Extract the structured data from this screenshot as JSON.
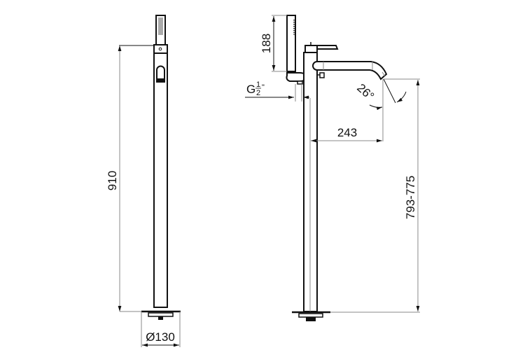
{
  "drawing": {
    "type": "technical-dimension-drawing",
    "subject": "floor-standing bath mixer with hand shower",
    "colors": {
      "outline": "#111111",
      "dimension_line": "#888888",
      "background": "#ffffff"
    },
    "views": [
      {
        "name": "front-view",
        "dimensions": {
          "height": "910",
          "base_diameter": "Ø130"
        }
      },
      {
        "name": "side-view",
        "dimensions": {
          "hand_shower_height": "188",
          "thread": "G",
          "thread_fraction_num": "1",
          "thread_fraction_den": "2",
          "thread_inch_mark": "\"",
          "spout_projection": "243",
          "spout_angle": "26°",
          "spout_height": "793-775"
        }
      }
    ]
  }
}
